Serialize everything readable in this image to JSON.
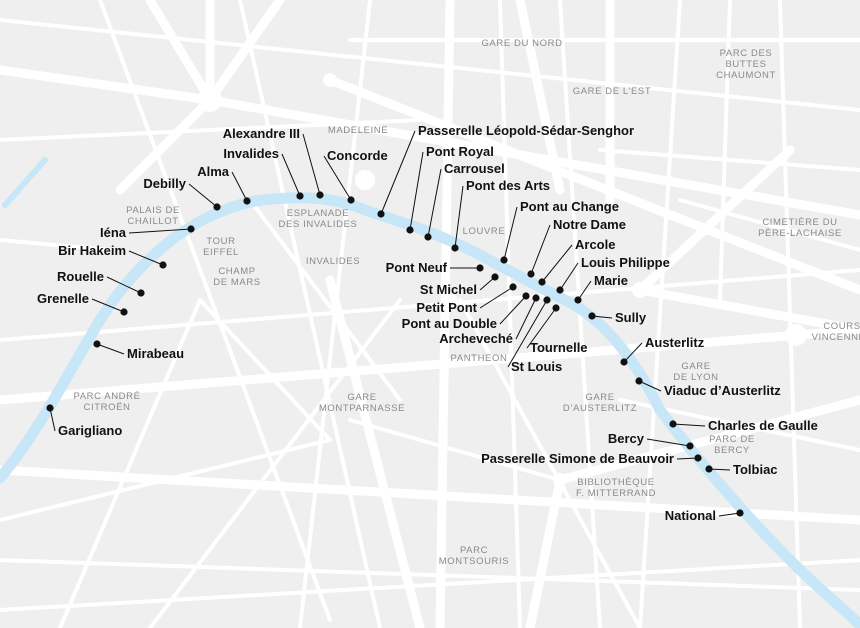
{
  "map": {
    "colors": {
      "background": "#efefef",
      "streets": "#ffffff",
      "river": "#c7e6f7",
      "markers": "#111111",
      "bridge_text": "#111111",
      "district_text": "#8a8a8a"
    },
    "districts": [
      {
        "id": "gare-du-nord",
        "lines": [
          "GARE DU NORD"
        ]
      },
      {
        "id": "gare-de-lest",
        "lines": [
          "GARE DE L’EST"
        ]
      },
      {
        "id": "parc-des-buttes-chaumont",
        "lines": [
          "PARC DES",
          "BUTTES",
          "CHAUMONT"
        ]
      },
      {
        "id": "madeleine",
        "lines": [
          "MADELEINE"
        ]
      },
      {
        "id": "palais-de-chaillot",
        "lines": [
          "PALAIS DE",
          "CHAILLOT"
        ]
      },
      {
        "id": "esplanade-des-invalides",
        "lines": [
          "ESPLANADE",
          "DES INVALIDES"
        ]
      },
      {
        "id": "louvre",
        "lines": [
          "LOUVRE"
        ]
      },
      {
        "id": "cimetiere-du-pere-lachaise",
        "lines": [
          "CIMETIÈRE DU",
          "PÈRE-LACHAISE"
        ]
      },
      {
        "id": "tour-eiffel",
        "lines": [
          "TOUR",
          "EIFFEL"
        ]
      },
      {
        "id": "champ-de-mars",
        "lines": [
          "CHAMP",
          "DE MARS"
        ]
      },
      {
        "id": "invalides-district",
        "lines": [
          "INVALIDES"
        ]
      },
      {
        "id": "cours-vincennes",
        "lines": [
          "COURS",
          "VINCENNES"
        ]
      },
      {
        "id": "pantheon",
        "lines": [
          "PANTHEON"
        ]
      },
      {
        "id": "gare-de-lyon",
        "lines": [
          "GARE",
          "DE LYON"
        ]
      },
      {
        "id": "parc-andre-citroen",
        "lines": [
          "PARC ANDRÉ",
          "CITROËN"
        ]
      },
      {
        "id": "gare-montparnasse",
        "lines": [
          "GARE",
          "MONTPARNASSE"
        ]
      },
      {
        "id": "gare-dausterlitz",
        "lines": [
          "GARE",
          "D’AUSTERLITZ"
        ]
      },
      {
        "id": "parc-de-bercy",
        "lines": [
          "PARC DE",
          "BERCY"
        ]
      },
      {
        "id": "bibliotheque-f-mitterrand",
        "lines": [
          "BIBLIOTHÈQUE",
          "F. MITTERRAND"
        ]
      },
      {
        "id": "parc-montsouris",
        "lines": [
          "PARC",
          "MONTSOURIS"
        ]
      }
    ],
    "bridges": [
      {
        "id": "garigliano",
        "name": "Garigliano"
      },
      {
        "id": "mirabeau",
        "name": "Mirabeau"
      },
      {
        "id": "grenelle",
        "name": "Grenelle"
      },
      {
        "id": "rouelle",
        "name": "Rouelle"
      },
      {
        "id": "bir-hakeim",
        "name": "Bir Hakeim"
      },
      {
        "id": "iena",
        "name": "Iéna"
      },
      {
        "id": "debilly",
        "name": "Debilly"
      },
      {
        "id": "alma",
        "name": "Alma"
      },
      {
        "id": "invalides",
        "name": "Invalides"
      },
      {
        "id": "alexandre-iii",
        "name": "Alexandre III"
      },
      {
        "id": "concorde",
        "name": "Concorde"
      },
      {
        "id": "passerelle-leopold-sedar-senghor",
        "name": "Passerelle Léopold-Sédar-Senghor"
      },
      {
        "id": "pont-royal",
        "name": "Pont Royal"
      },
      {
        "id": "carrousel",
        "name": "Carrousel"
      },
      {
        "id": "pont-des-arts",
        "name": "Pont des Arts"
      },
      {
        "id": "pont-neuf",
        "name": "Pont Neuf"
      },
      {
        "id": "pont-au-change",
        "name": "Pont au Change"
      },
      {
        "id": "notre-dame",
        "name": "Notre Dame"
      },
      {
        "id": "st-michel",
        "name": "St Michel"
      },
      {
        "id": "arcole",
        "name": "Arcole"
      },
      {
        "id": "petit-pont",
        "name": "Petit Pont"
      },
      {
        "id": "louis-philippe",
        "name": "Louis Philippe"
      },
      {
        "id": "pont-au-double",
        "name": "Pont au Double"
      },
      {
        "id": "archeveche",
        "name": "Archeveché"
      },
      {
        "id": "marie",
        "name": "Marie"
      },
      {
        "id": "st-louis",
        "name": "St Louis"
      },
      {
        "id": "tournelle",
        "name": "Tournelle"
      },
      {
        "id": "sully",
        "name": "Sully"
      },
      {
        "id": "austerlitz",
        "name": "Austerlitz"
      },
      {
        "id": "viaduc-dausterlitz",
        "name": "Viaduc d’Austerlitz"
      },
      {
        "id": "charles-de-gaulle",
        "name": "Charles de Gaulle"
      },
      {
        "id": "bercy",
        "name": "Bercy"
      },
      {
        "id": "passerelle-simone-de-beauvoir",
        "name": "Passerelle Simone de Beauvoir"
      },
      {
        "id": "tolbiac",
        "name": "Tolbiac"
      },
      {
        "id": "national",
        "name": "National"
      }
    ]
  }
}
